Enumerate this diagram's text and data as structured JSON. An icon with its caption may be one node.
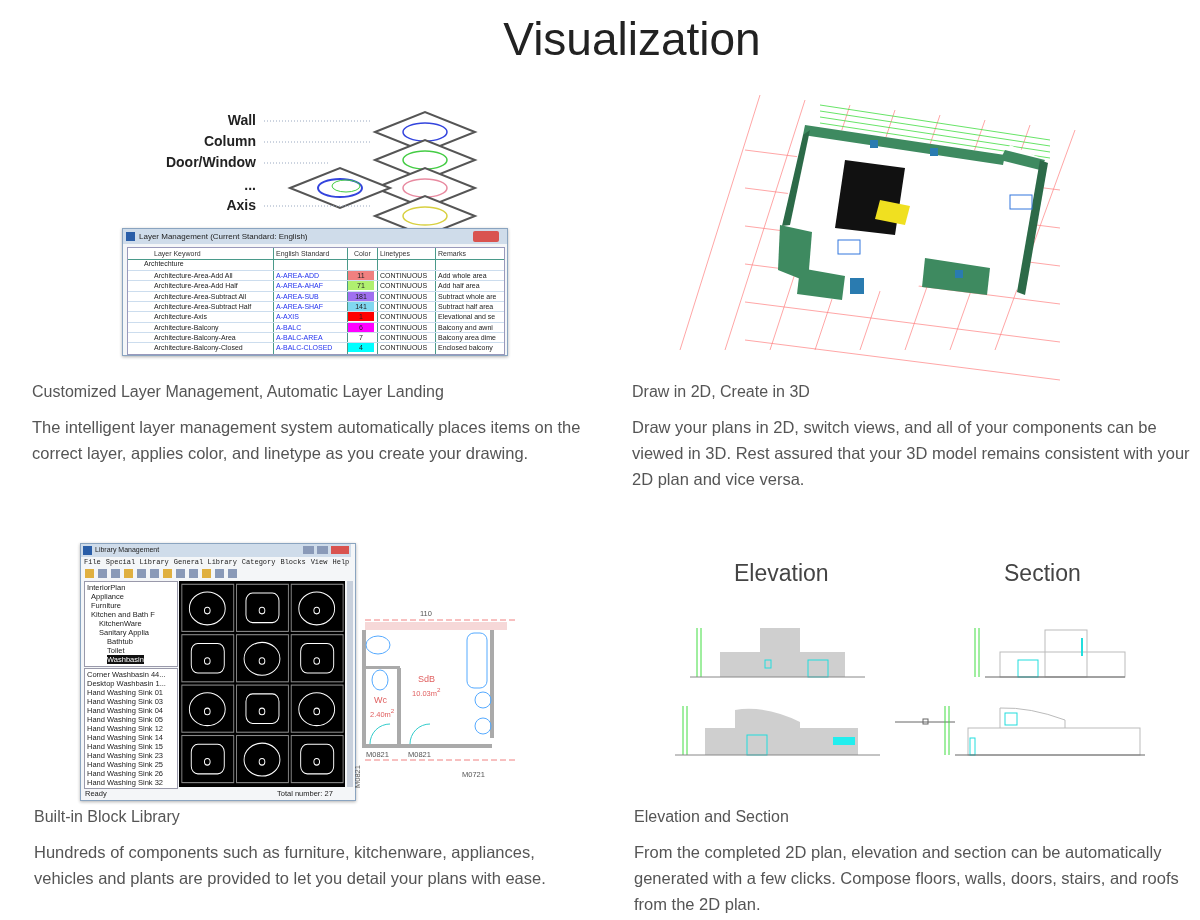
{
  "diagram": {
    "title": "Visualization",
    "nodes": [
      {
        "text": [
          "Wall"
        ]
      },
      {
        "text": [
          "Column"
        ]
      },
      {
        "text": [
          "Door/Window"
        ]
      },
      {
        "text": [
          "Axis"
        ]
      }
    ],
    "edges": [
      {
        "from": 0,
        "to": null,
        "arrow": "none",
        "style": "dashed"
      },
      {
        "from": 1,
        "to": null,
        "arrow": "none",
        "style": "dashed"
      },
      {
        "from": 2,
        "to": null,
        "arrow": "none",
        "style": "dashed"
      },
      {
        "from": 3,
        "to": null,
        "arrow": "none",
        "style": "dashed"
      }
    ],
    "labels": [
      "...",
      "Layer Management (Current Standard: English)",
      "Layer Keyword",
      "English Standard",
      "Color",
      "Linetypes",
      "Remarks",
      "Archtechture",
      "Architecture-Area-Add All",
      "A-AREA-ADD",
      "11",
      "CONTINUOUS",
      "Add whole area",
      "Architecture-Area-Add Half",
      "A-AREA-AHAF",
      "71",
      "CONTINUOUS",
      "Add half area",
      "Architecture-Area-Subtract All",
      "A-AREA-SUB",
      "181",
      "CONTINUOUS",
      "Subtract whole are",
      "Architecture-Area-Subtract Half",
      "A-AREA-SHAF",
      "141",
      "CONTINUOUS",
      "Subtract half area",
      "Architecture-Axis",
      "A-AXIS",
      "1",
      "CONTINUOUS",
      "Elevational and se",
      "Architecture-Balcony",
      "A-BALC",
      "6",
      "CONTINUOUS",
      "Balcony and awni",
      "Architecture-Balcony-Area",
      "A-BALC-AREA",
      "7",
      "CONTINUOUS",
      "Balcony area dime",
      "Architecture-Balcony-Closed",
      "A-BALC-CLOSED",
      "4",
      "CONTINUOUS",
      "Enclosed balcony",
      "Customized Layer Management, Automatic Layer Landing",
      "The intelligent layer management system automatically places items on the correct layer, applies color, and linetype as you create your drawing.",
      "Draw in 2D, Create in 3D",
      "Draw your plans in 2D, switch views, and all of your components can be viewed in 3D. Rest assured that your 3D model remains consistent with your 2D plan and vice versa.",
      "Library Management",
      "File",
      "Special Library",
      "General Library",
      "Category",
      "Blocks",
      "View",
      "Help",
      "InteriorPlan",
      "Appliance",
      "Furniture",
      "Kitchen and Bath F",
      "KitchenWare",
      "Sanitary Applia",
      "Bathtub",
      "Toilet",
      "Washbasin",
      "Corner Washbasin 44...",
      "Desktop Washbasin 1...",
      "Hand Washing Sink 01",
      "Hand Washing Sink 03",
      "Hand Washing Sink 04",
      "Hand Washing Sink 05",
      "Hand Washing Sink 12",
      "Hand Washing Sink 14",
      "Hand Washing Sink 15",
      "Hand Washing Sink 23",
      "Hand Washing Sink 25",
      "Hand Washing Sink 26",
      "Hand Washing Sink 32",
      "Ready",
      "Total number: 27",
      "110",
      "SdB",
      "10.03m$^{2}$",
      "Wc",
      "2.40m$^{2}$",
      "M0821",
      "M0821",
      "M0821",
      "M0721",
      "Elevation",
      "Section",
      "Built-in Block Library",
      "Hundreds of components such as furniture, kitchenware, appliances, vehicles and plants are provided to let you detail your plans with ease.",
      "Elevation and Section",
      "From the completed 2D plan, elevation and section can be automatically generated with a few clicks. Compose floors, walls, doors, stairs, and roofs from the 2D plan."
    ]
  }
}
